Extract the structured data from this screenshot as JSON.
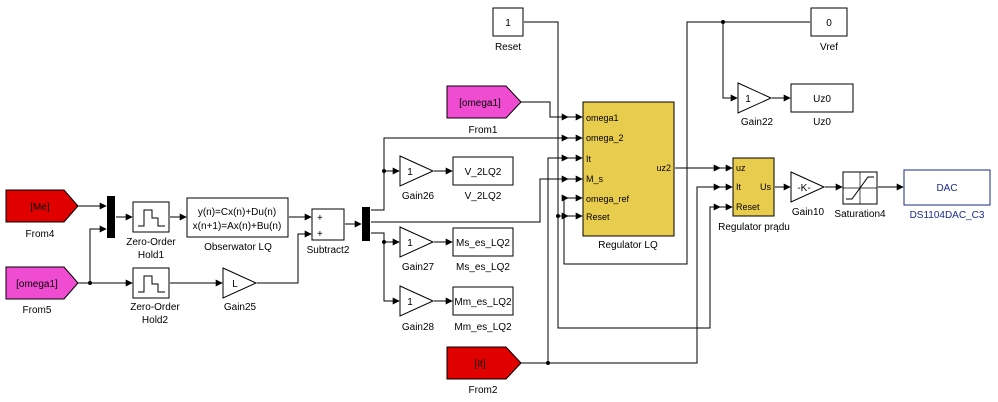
{
  "colors": {
    "red_tag": "#e00000",
    "magenta_tag": "#f04cd2",
    "yellow_subsystem": "#e8cc4e",
    "dac_border": "#1a2a8a",
    "line": "#000000",
    "background": "#ffffff"
  },
  "blocks": {
    "from4": {
      "tag": "[Me]",
      "label": "From4"
    },
    "from5": {
      "tag": "[omega1]",
      "label": "From5"
    },
    "from1": {
      "tag": "[omega1]",
      "label": "From1"
    },
    "from2": {
      "tag": "[It]",
      "label": "From2"
    },
    "zoh1": {
      "label_line1": "Zero-Order",
      "label_line2": "Hold1"
    },
    "zoh2": {
      "label_line1": "Zero-Order",
      "label_line2": "Hold2"
    },
    "observer": {
      "eq1": "y(n)=Cx(n)+Du(n)",
      "eq2": "x(n+1)=Ax(n)+Bu(n)",
      "label": "Obserwator LQ"
    },
    "gain25": {
      "value": "L",
      "label": "Gain25"
    },
    "subtract2": {
      "label": "Subtract2",
      "sign1": "+",
      "sign2": "+"
    },
    "gain26": {
      "value": "1",
      "label": "Gain26"
    },
    "gain27": {
      "value": "1",
      "label": "Gain27"
    },
    "gain28": {
      "value": "1",
      "label": "Gain28"
    },
    "disp_v2": {
      "text": "V_2LQ2",
      "label": "V_2LQ2"
    },
    "disp_ms": {
      "text": "Ms_es_LQ2",
      "label": "Ms_es_LQ2"
    },
    "disp_mm": {
      "text": "Mm_es_LQ2",
      "label": "Mm_es_LQ2"
    },
    "reset_const": {
      "value": "1",
      "label": "Reset"
    },
    "vref_const": {
      "value": "0",
      "label": "Vref"
    },
    "gain22": {
      "value": "1",
      "label": "Gain22"
    },
    "disp_uz0": {
      "text": "Uz0",
      "label": "Uz0"
    },
    "regulator_lq": {
      "label": "Regulator LQ",
      "in_ports": [
        "omega1",
        "omega_2",
        "It",
        "M_s",
        "omega_ref",
        "Reset"
      ],
      "out_port": "uz2"
    },
    "regulator_pradu": {
      "label": "Regulator prądu",
      "in_ports": [
        "uz",
        "It",
        "Reset"
      ],
      "out_port": "Us"
    },
    "gain10": {
      "value": "-K-",
      "label": "Gain10"
    },
    "saturation4": {
      "label": "Saturation4"
    },
    "dac": {
      "text": "DAC",
      "label": "DS1104DAC_C3"
    }
  }
}
